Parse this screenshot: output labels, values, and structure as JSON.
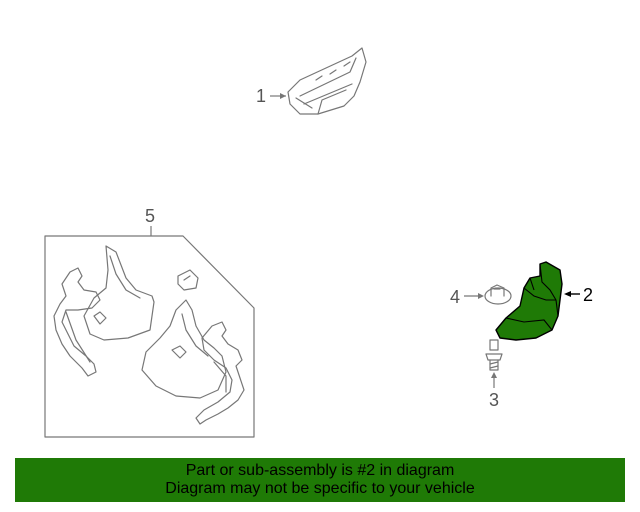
{
  "diagram": {
    "callouts": [
      "1",
      "2",
      "3",
      "4",
      "5"
    ],
    "highlight_color": "#1f7a06",
    "highlighted_part": "2"
  },
  "banner": {
    "line1": "Part or sub-assembly is #2 in diagram",
    "line2": "Diagram may not be specific to your vehicle",
    "background": "#1f7a06"
  }
}
